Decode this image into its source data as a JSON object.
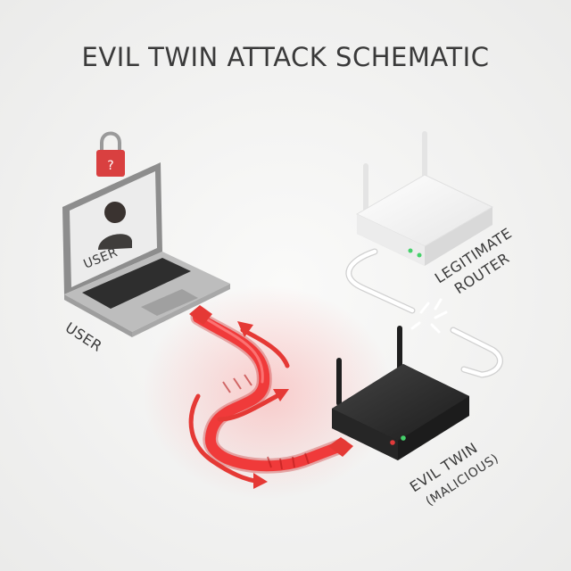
{
  "title": "EVIL TWIN ATTACK SCHEMATIC",
  "laptop": {
    "screen_label": "USER",
    "caption": "USER",
    "lock_glyph": "?"
  },
  "legit_router": {
    "line1": "LEGITIMATE",
    "line2": "ROUTER"
  },
  "evil_router": {
    "line1": "EVIL TWIN",
    "line2": "(MALICIOUS)"
  },
  "icons": [
    "padlock-icon",
    "user-avatar-icon",
    "laptop-icon",
    "router-icon",
    "evil-router-icon",
    "broken-connection-icon",
    "arrow-icon"
  ],
  "colors": {
    "background": "#f3f3f2",
    "attack_cable": "#f03a3a",
    "legit_cable": "#ffffff",
    "evil_router": "#2b2b2b",
    "legit_router": "#f4f4f4",
    "lock": "#d94040",
    "led_green": "#45d06a",
    "led_red": "#e03a3a"
  }
}
